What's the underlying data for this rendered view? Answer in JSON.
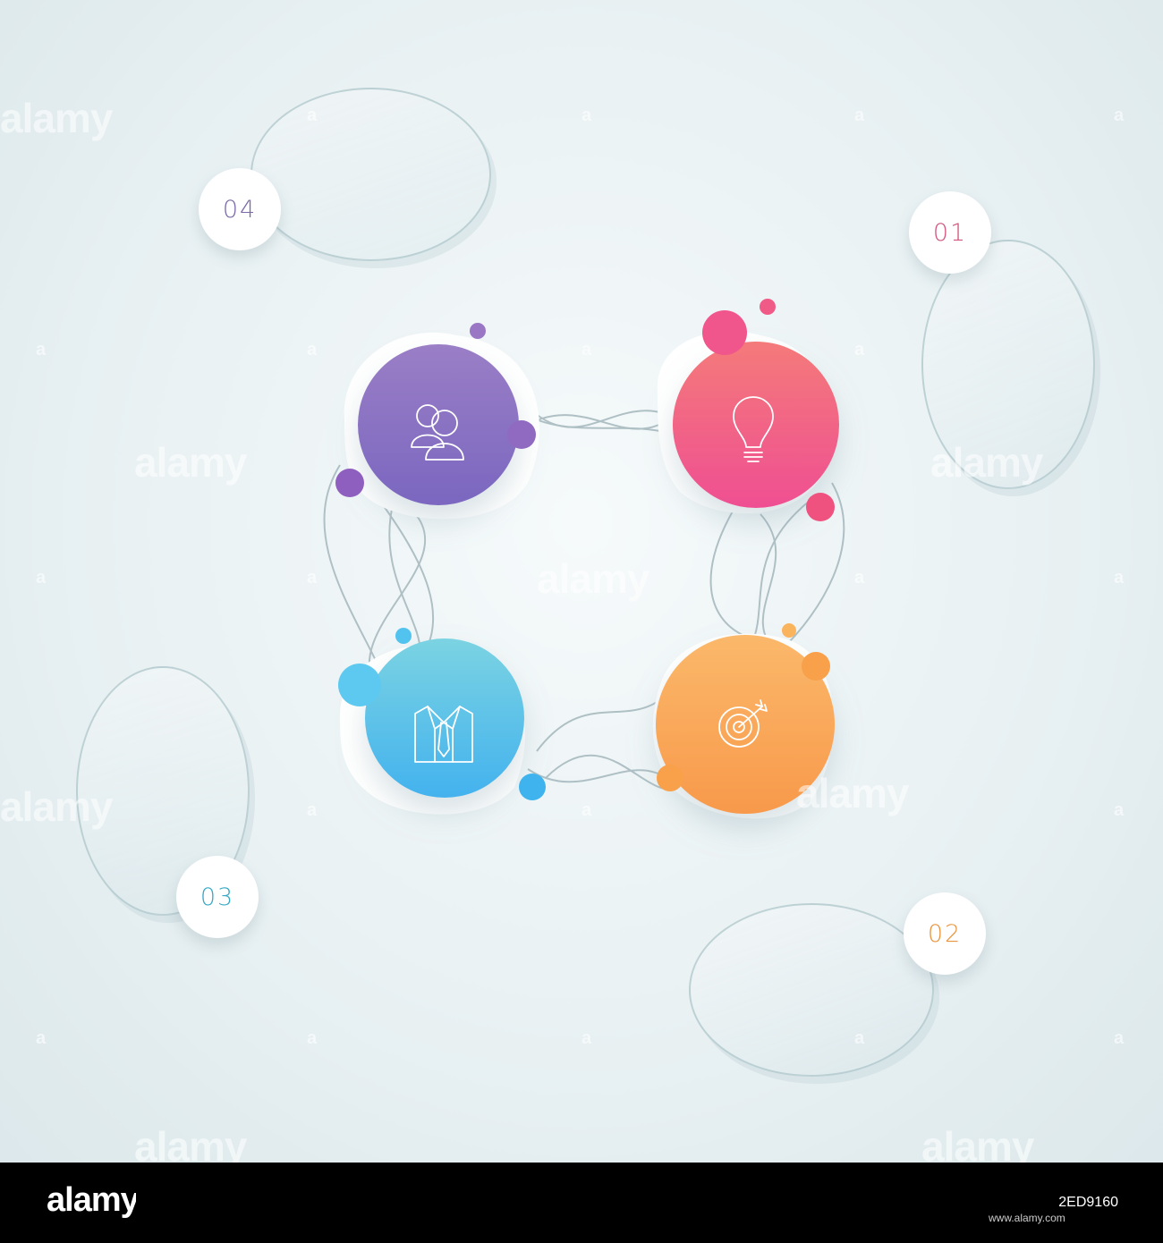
{
  "steps": [
    {
      "number": "01",
      "icon": "lightbulb-icon",
      "color": "#f0588a"
    },
    {
      "number": "02",
      "icon": "target-icon",
      "color": "#f8a14f"
    },
    {
      "number": "03",
      "icon": "suit-icon",
      "color": "#4fbde9"
    },
    {
      "number": "04",
      "icon": "people-icon",
      "color": "#8e74c8"
    }
  ],
  "badges": {
    "b01": "01",
    "b01_color": "#d2547d",
    "b02": "02",
    "b02_color": "#e9953f",
    "b03": "03",
    "b03_color": "#37a9c7",
    "b04": "04",
    "b04_color": "#7c6aa8"
  },
  "watermark": {
    "brand": "alamy",
    "letter": "a",
    "image_id": "2ED9160",
    "site": "www.alamy.com"
  }
}
